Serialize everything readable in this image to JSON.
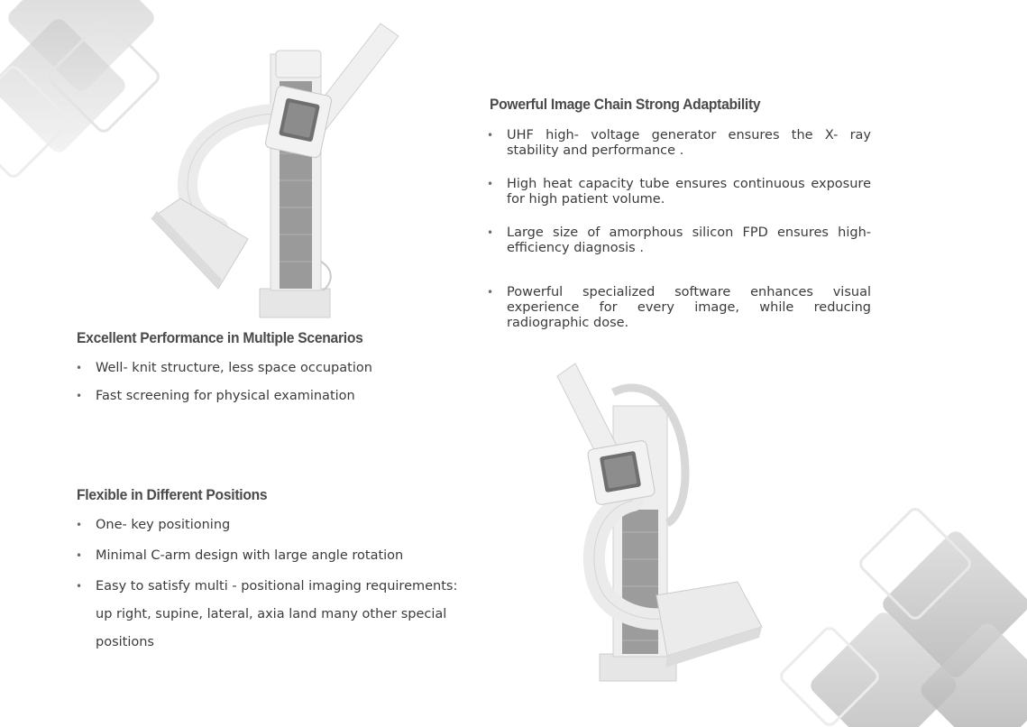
{
  "colors": {
    "heading": "#4a4a4a",
    "text": "#3b3b3b",
    "decoration_gray": "#b8b8b8",
    "machine_body": "#efefef",
    "machine_panel": "#9a9a9a"
  },
  "sections": {
    "image_chain": {
      "heading": "Powerful Image Chain Strong Adaptability",
      "bullets": [
        "UHF high- voltage generator ensures the X- ray stability and performance .",
        "High heat capacity tube ensures continuous exposure for high patient volume.",
        "Large size of amorphous silicon FPD ensures high- efficiency diagnosis .",
        "Powerful specialized  software  enhances visual experience for every image,  while reducing radiographic dose."
      ]
    },
    "performance": {
      "heading": "Excellent Performance in Multiple Scenarios",
      "bullets": [
        "Well- knit structure, less space occupation",
        "Fast  screening for physical examination"
      ]
    },
    "positions": {
      "heading": "Flexible in Different Positions",
      "bullets": [
        "One- key positioning",
        "Minimal C-arm design with large angle rotation",
        "Easy  to satisfy  multi - positional  imaging requirements: up right,  supine,  lateral,  axia land many  other  special positions"
      ]
    }
  }
}
